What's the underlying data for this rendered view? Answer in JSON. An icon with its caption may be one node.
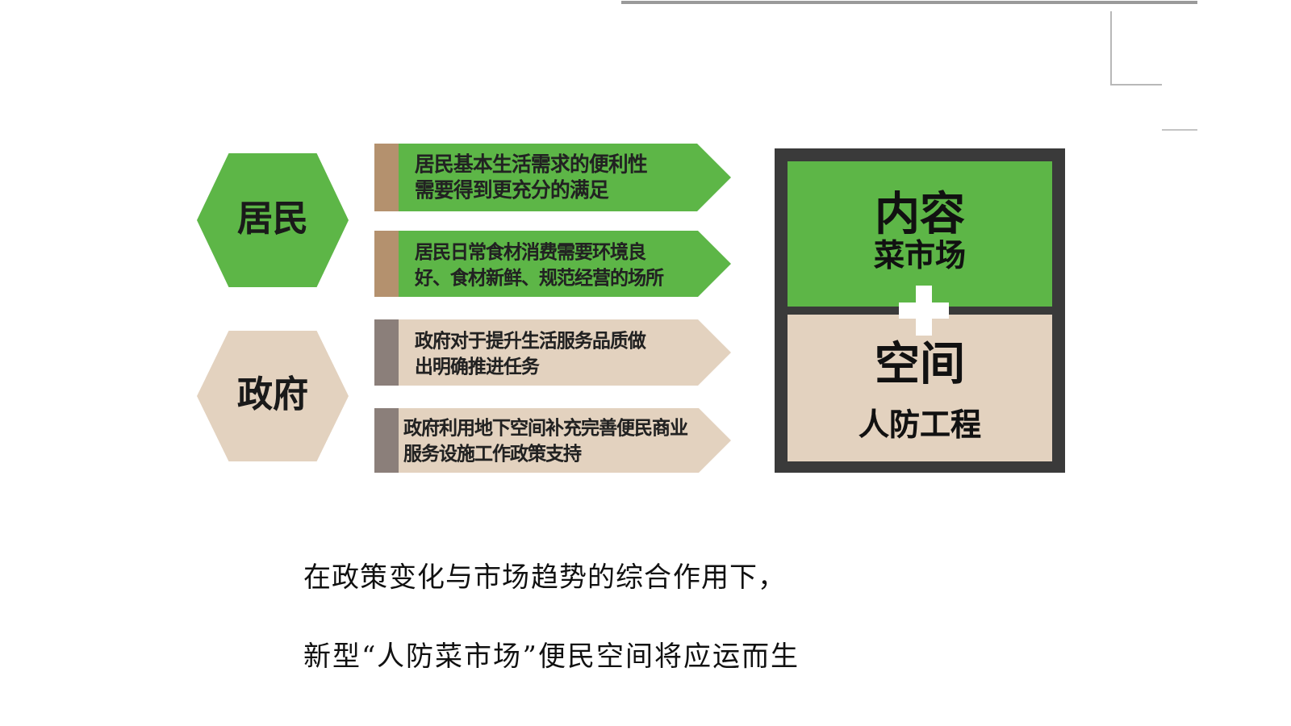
{
  "diagram": {
    "nodes": [
      {
        "text": [
          "居民"
        ]
      },
      {
        "text": [
          "居民基本生活需求的便利性需要得到更充分的满足"
        ]
      },
      {
        "text": [
          "居民日常食材消费需要环境良好、食材新鲜、规范经营的场所"
        ]
      },
      {
        "text": [
          "政府"
        ]
      },
      {
        "text": [
          "政府对于提升生活服务品质做出明确推进任务"
        ]
      },
      {
        "text": [
          "政府利用地下空间补充完善便民商业服务设施工作政策支持"
        ]
      },
      {
        "text": [],
        "shape": "box"
      },
      {
        "text": [
          "内容",
          "菜市场"
        ],
        "in": 6
      },
      {
        "text": [
          "空间",
          "人防工程"
        ],
        "in": 6
      }
    ],
    "labels": [
      "在政策变化与市场趋势的综合作用下，",
      "新型“人防菜市场”便民空间将应运而生"
    ]
  }
}
